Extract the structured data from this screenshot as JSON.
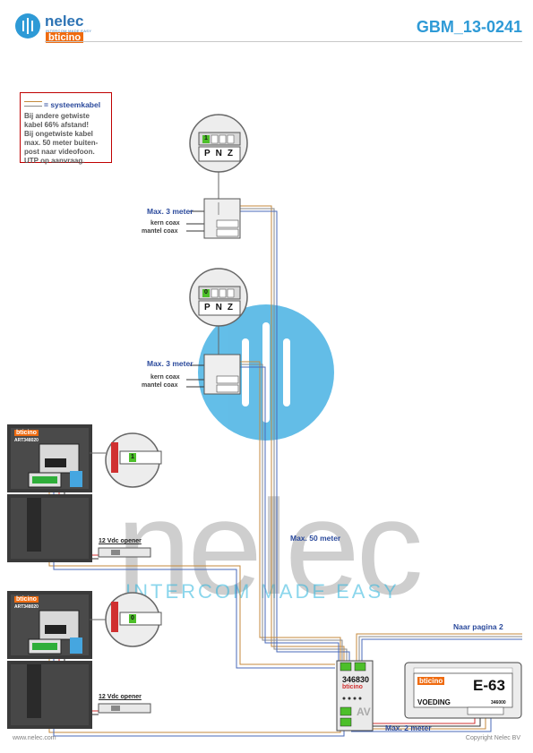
{
  "header": {
    "logo_text": "nelec",
    "logo_tagline": "INTERCOM MADE EASY",
    "brand": "bticino",
    "doc_code": "GBM_13-0241"
  },
  "legend": {
    "title": "= systeemkabel",
    "body": "Bij andere getwiste\nkabel 66% afstand!\nBij ongetwiste kabel\nmax. 50 meter buiten-\npost naar videofoon.\nUTP op aanvraag."
  },
  "labels": {
    "max3_a": "Max. 3 meter",
    "max3_b": "Max. 3 meter",
    "kern_a": "kern coax",
    "mantel_a": "mantel coax",
    "kern_b": "kern coax",
    "mantel_b": "mantel coax",
    "max50": "Max. 50 meter",
    "naar": "Naar pagina 2",
    "max2": "Max. 2 meter",
    "opener_1": "12 Vdc opener",
    "opener_2": "12 Vdc opener"
  },
  "devices": {
    "panel_brand": "bticino",
    "panel_art": "ART348020",
    "av_code": "346830",
    "av_brand": "bticino",
    "av_label": "AV",
    "psu_brand": "bticino",
    "psu_model": "E-63",
    "psu_name": "VOEDING",
    "psu_art": "346000",
    "pnz": [
      "P",
      "N",
      "Z"
    ],
    "dip_values": [
      "1",
      "0",
      "1",
      "0"
    ]
  },
  "watermark": {
    "text": "nelec",
    "sub": "INTERCOM MADE EASY"
  },
  "footer": {
    "left": "www.nelec.com",
    "right": "Copyright Nelec BV"
  },
  "colors": {
    "accent_blue": "#2e9ad6",
    "label_blue": "#2b4a9c",
    "wire_brown": "#c48a3c",
    "wire_blue": "#4a6ab8",
    "wire_red": "#d03030",
    "wire_grey": "#8a8a8a",
    "dip_green": "#4dbf2a",
    "brand_orange": "#ef6b10"
  }
}
